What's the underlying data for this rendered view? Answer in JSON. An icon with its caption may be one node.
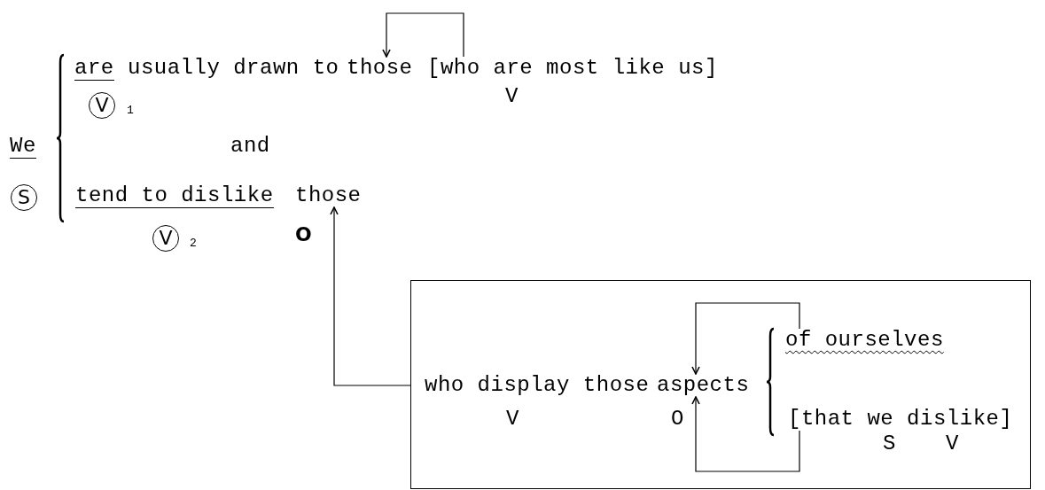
{
  "diagram": {
    "nodes": [
      {
        "text": [
          "those"
        ]
      },
      {
        "text": [
          "[who are most like us]"
        ]
      },
      {
        "text": [
          "those"
        ]
      },
      {
        "text": [
          "who display those"
        ]
      },
      {
        "text": [
          "aspects"
        ],
        "in": 3
      },
      {
        "text": [
          "of ourselves"
        ],
        "in": 3
      },
      {
        "text": [
          "[that we dislike]"
        ],
        "in": 3
      }
    ],
    "edges": [
      {
        "from": 1,
        "to": 0,
        "arrow": "to"
      },
      {
        "from": 3,
        "to": 2,
        "arrow": "to"
      },
      {
        "from": 5,
        "to": 4,
        "arrow": "to"
      },
      {
        "from": 6,
        "to": 4,
        "arrow": "to"
      }
    ],
    "labels": [
      "We",
      "are",
      "usually drawn to",
      "V",
      "1",
      "V",
      "and",
      "S",
      "tend to dislike",
      "V",
      "2",
      "O",
      "V",
      "O",
      "S",
      "V"
    ]
  }
}
